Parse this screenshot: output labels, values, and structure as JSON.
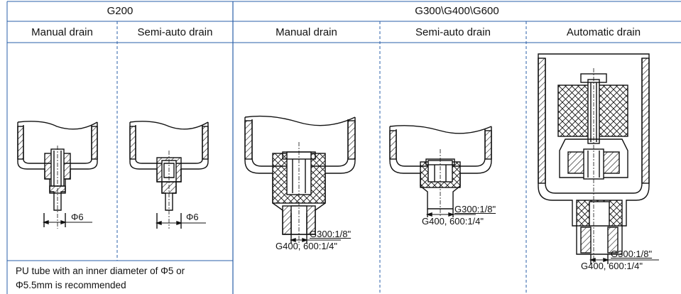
{
  "header": {
    "group_left": "G200",
    "group_right": "G300\\G400\\G600"
  },
  "columns": [
    {
      "label": "Manual drain"
    },
    {
      "label": "Semi-auto drain"
    },
    {
      "label": "Manual drain"
    },
    {
      "label": "Semi-auto drain"
    },
    {
      "label": "Automatic drain"
    }
  ],
  "dims": {
    "g200_manual": "Φ6",
    "g200_semi": "Φ6",
    "g300_manual_1": "G300:1/8\"",
    "g300_manual_2": "G400, 600:1/4\"",
    "g300_semi_1": "G300:1/8\"",
    "g300_semi_2": "G400, 600:1/4\"",
    "g300_auto_1": "G300:1/8\"",
    "g300_auto_2": "G400, 600:1/4\""
  },
  "note": {
    "line1": "PU tube with an inner diameter of Φ5 or",
    "line2": "Φ5.5mm  is recommended"
  }
}
